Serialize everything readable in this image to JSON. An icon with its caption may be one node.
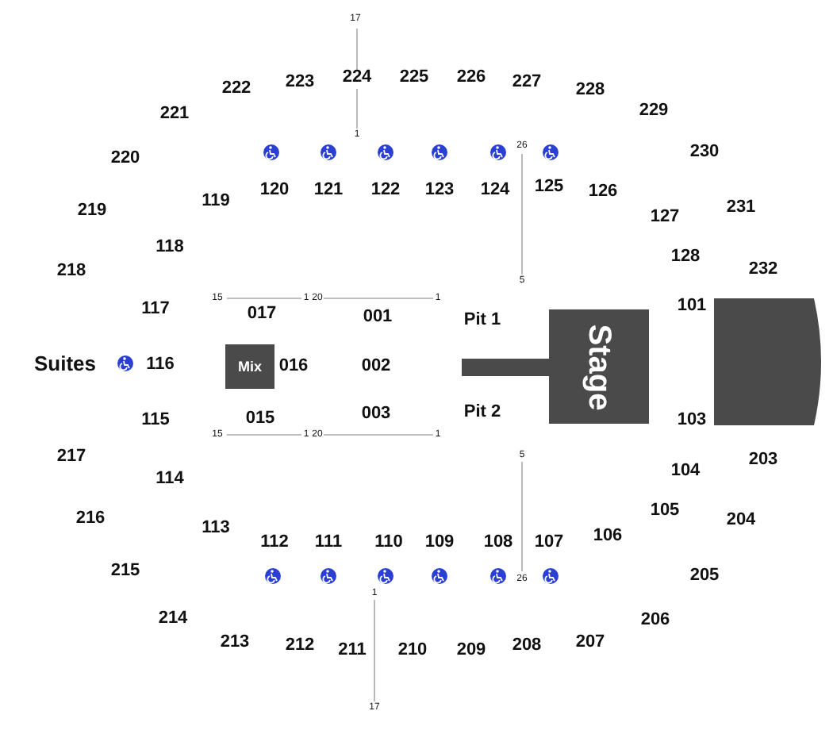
{
  "diagram": {
    "nodes": [
      {
        "text": [
          "Mix"
        ]
      },
      {
        "text": [
          "Stage"
        ]
      },
      {
        "text": [],
        "shape": "box"
      }
    ],
    "edges": [],
    "labels": [
      "17",
      "222",
      "223",
      "224",
      "225",
      "226",
      "227",
      "228",
      "221",
      "229",
      "1",
      "26",
      "230",
      "220",
      "120",
      "121",
      "122",
      "123",
      "124",
      "125",
      "126",
      "219",
      "119",
      "127",
      "231",
      "118",
      "128",
      "218",
      "232",
      "5",
      "15",
      "1",
      "20",
      "1",
      "117",
      "017",
      "001",
      "Pit 1",
      "101",
      "Suites",
      "116",
      "016",
      "002",
      "115",
      "015",
      "003",
      "Pit 2",
      "103",
      "15",
      "1",
      "20",
      "1",
      "5",
      "217",
      "203",
      "104",
      "114",
      "105",
      "216",
      "204",
      "113",
      "106",
      "112",
      "111",
      "110",
      "109",
      "108",
      "107",
      "215",
      "205",
      "26",
      "1",
      "214",
      "206",
      "213",
      "212",
      "211",
      "210",
      "209",
      "208",
      "207",
      "17"
    ]
  }
}
